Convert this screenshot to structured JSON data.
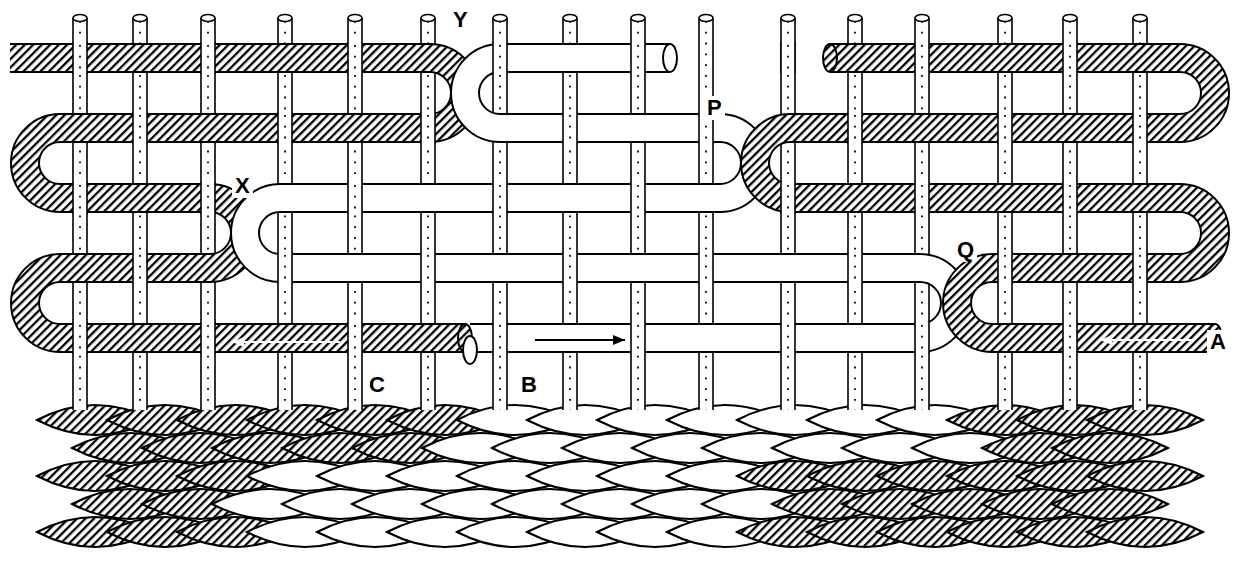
{
  "diagram": {
    "labels": [
      "Y",
      "P",
      "X",
      "Q",
      "A",
      "C",
      "B"
    ]
  }
}
